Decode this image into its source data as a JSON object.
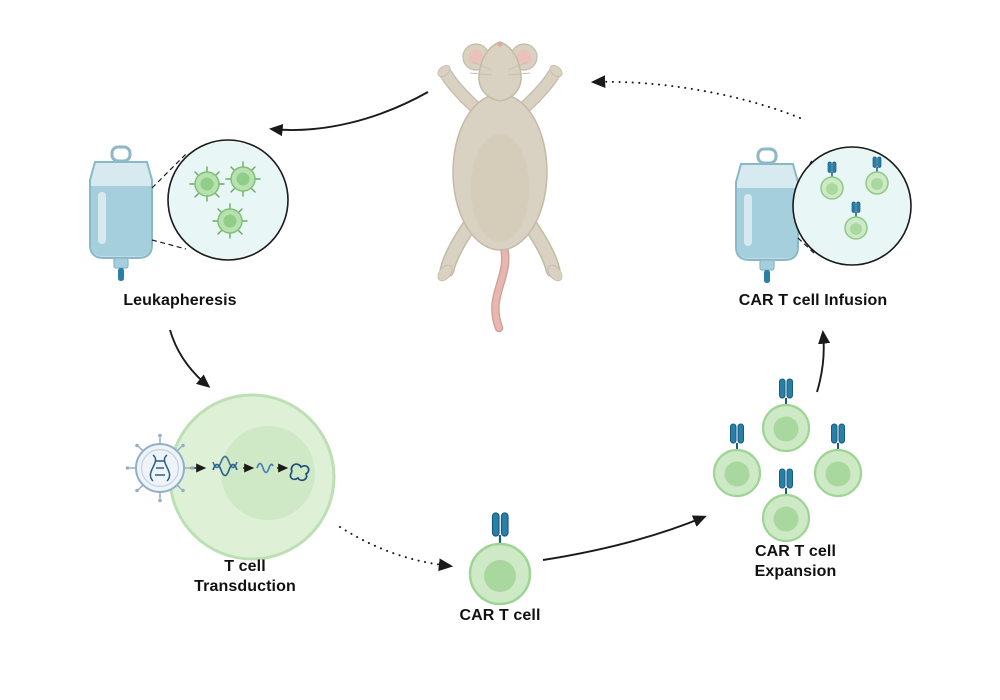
{
  "diagram": {
    "background": "#ffffff",
    "labels": {
      "leukapheresis": "Leukapheresis",
      "transduction_line1": "T cell",
      "transduction_line2": "Transduction",
      "car_t_cell": "CAR T cell",
      "expansion_line1": "CAR T cell",
      "expansion_line2": "Expansion",
      "infusion": "CAR T cell Infusion"
    },
    "illustrations": [
      {
        "name": "mouse-illustration",
        "meaning": "laboratory mouse, dorsal view"
      },
      {
        "name": "leukapheresis-bag-icon",
        "meaning": "collection bag with magnified T cells"
      },
      {
        "name": "magnifier-circle-t-cells",
        "meaning": "zoom circle showing three T cells with receptors"
      },
      {
        "name": "viral-vector-icon",
        "meaning": "virus particle delivering CAR gene into T cell"
      },
      {
        "name": "transduced-t-cell-icon",
        "meaning": "large T cell showing DNA to RNA to protein steps"
      },
      {
        "name": "car-t-cell-icon",
        "meaning": "green T cell with blue CAR receptor"
      },
      {
        "name": "expansion-cells-icon",
        "meaning": "four CAR T cells multiplying"
      },
      {
        "name": "infusion-bag-icon",
        "meaning": "infusion bag with magnified CAR T cells"
      }
    ],
    "colors": {
      "cell_fill": "#cde9c5",
      "cell_stroke": "#9ed494",
      "cell_nucleus": "#a9d89e",
      "big_cell_fill": "#def1d7",
      "big_cell_nucleus": "#cfe9c6",
      "receptor_blue": "#2a7fa8",
      "receptor_outline": "#175d80",
      "bag_body": "#d6eaf0",
      "bag_liquid": "#a6cfdd",
      "bag_port": "#2a7fa8",
      "magnifier_fill": "#e9f6f6",
      "magnifier_ring": "#1a1a1a",
      "mouse_body": "#d9d1c1",
      "mouse_outline": "#c4bba6",
      "mouse_pink": "#e7b6af",
      "virus_fill": "#eef3f8",
      "virus_stroke": "#93afc8",
      "dna_blue": "#2a5f8f",
      "arrow": "#1a1a1a",
      "label_text": "#111111"
    }
  }
}
